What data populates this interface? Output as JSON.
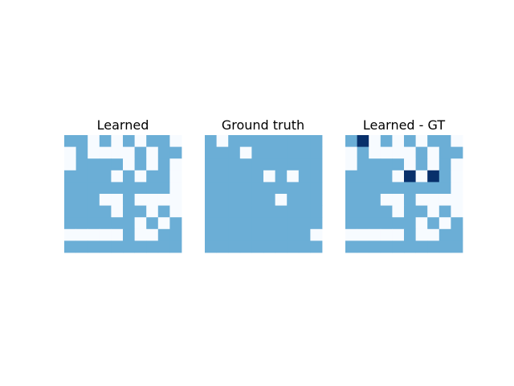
{
  "chart_data": [
    {
      "type": "heatmap",
      "title": "Learned",
      "rows": 10,
      "cols": 10,
      "grid": false,
      "axes": "off",
      "cmap": "Blues",
      "values": [
        [
          1,
          1,
          0,
          1,
          0,
          1,
          0,
          1,
          1,
          0
        ],
        [
          0,
          1,
          0,
          0,
          0,
          0,
          1,
          0,
          1,
          1
        ],
        [
          0,
          1,
          1,
          1,
          1,
          0,
          1,
          0,
          1,
          0
        ],
        [
          1,
          1,
          1,
          1,
          0,
          1,
          0,
          1,
          1,
          0
        ],
        [
          1,
          1,
          1,
          1,
          1,
          1,
          1,
          1,
          1,
          0
        ],
        [
          1,
          1,
          1,
          0,
          0,
          1,
          0,
          0,
          0,
          0
        ],
        [
          1,
          1,
          1,
          1,
          0,
          1,
          1,
          0,
          1,
          0
        ],
        [
          1,
          1,
          1,
          1,
          1,
          1,
          0,
          1,
          0,
          1
        ],
        [
          0,
          0,
          0,
          0,
          0,
          1,
          0,
          0,
          1,
          1
        ],
        [
          1,
          1,
          1,
          1,
          1,
          1,
          1,
          1,
          1,
          1
        ]
      ]
    },
    {
      "type": "heatmap",
      "title": "Ground truth",
      "rows": 10,
      "cols": 10,
      "grid": false,
      "axes": "off",
      "cmap": "Blues",
      "values": [
        [
          1,
          0,
          1,
          1,
          1,
          1,
          1,
          1,
          1,
          1
        ],
        [
          1,
          1,
          1,
          0,
          1,
          1,
          1,
          1,
          1,
          1
        ],
        [
          1,
          1,
          1,
          1,
          1,
          1,
          1,
          1,
          1,
          1
        ],
        [
          1,
          1,
          1,
          1,
          1,
          0,
          1,
          0,
          1,
          1
        ],
        [
          1,
          1,
          1,
          1,
          1,
          1,
          1,
          1,
          1,
          1
        ],
        [
          1,
          1,
          1,
          1,
          1,
          1,
          0,
          1,
          1,
          1
        ],
        [
          1,
          1,
          1,
          1,
          1,
          1,
          1,
          1,
          1,
          1
        ],
        [
          1,
          1,
          1,
          1,
          1,
          1,
          1,
          1,
          1,
          1
        ],
        [
          1,
          1,
          1,
          1,
          1,
          1,
          1,
          1,
          1,
          0
        ],
        [
          1,
          1,
          1,
          1,
          1,
          1,
          1,
          1,
          1,
          1
        ]
      ]
    },
    {
      "type": "heatmap",
      "title": "Learned - GT",
      "rows": 10,
      "cols": 10,
      "grid": false,
      "axes": "off",
      "cmap": "Blues",
      "values": [
        [
          1,
          2,
          0,
          1,
          0,
          1,
          0,
          1,
          1,
          0
        ],
        [
          0,
          1,
          0,
          0,
          0,
          0,
          1,
          0,
          1,
          1
        ],
        [
          0,
          1,
          1,
          1,
          1,
          0,
          1,
          0,
          1,
          0
        ],
        [
          1,
          1,
          1,
          1,
          0,
          2,
          0,
          2,
          1,
          0
        ],
        [
          1,
          1,
          1,
          1,
          1,
          1,
          1,
          1,
          1,
          0
        ],
        [
          1,
          1,
          1,
          0,
          0,
          1,
          0,
          0,
          0,
          0
        ],
        [
          1,
          1,
          1,
          1,
          0,
          1,
          1,
          0,
          1,
          0
        ],
        [
          1,
          1,
          1,
          1,
          1,
          1,
          0,
          1,
          0,
          1
        ],
        [
          0,
          0,
          0,
          0,
          0,
          1,
          0,
          0,
          1,
          1
        ],
        [
          1,
          1,
          1,
          1,
          1,
          1,
          1,
          1,
          1,
          1
        ]
      ]
    }
  ],
  "colors": {
    "0": "#f7fbff",
    "1": "#6baed6",
    "2": "#08306b"
  }
}
